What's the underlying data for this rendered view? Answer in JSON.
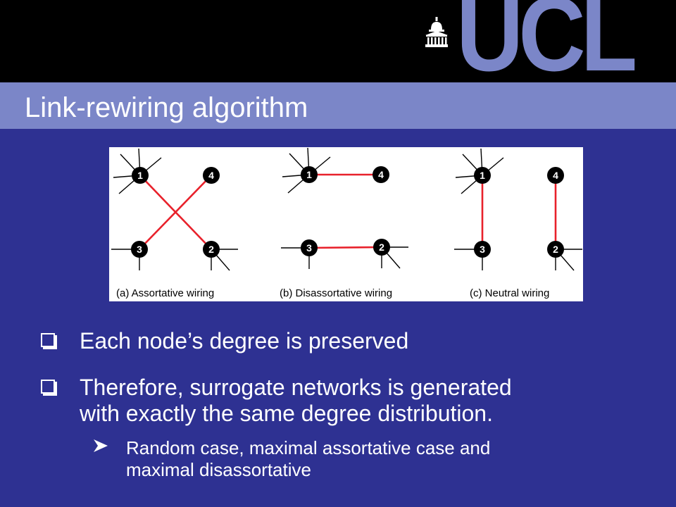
{
  "header": {
    "logo_text": "UCL",
    "logo_icon": "portico-icon",
    "title": "Link-rewiring algorithm"
  },
  "diagram": {
    "panels": [
      {
        "caption": "(a) Assortative wiring",
        "nodes": [
          {
            "id": "1",
            "label": "1"
          },
          {
            "id": "4",
            "label": "4"
          },
          {
            "id": "3",
            "label": "3"
          },
          {
            "id": "2",
            "label": "2"
          }
        ],
        "links": [
          [
            "1",
            "2"
          ],
          [
            "4",
            "3"
          ]
        ]
      },
      {
        "caption": "(b) Disassortative wiring",
        "nodes": [
          {
            "id": "1",
            "label": "1"
          },
          {
            "id": "4",
            "label": "4"
          },
          {
            "id": "3",
            "label": "3"
          },
          {
            "id": "2",
            "label": "2"
          }
        ],
        "links": [
          [
            "1",
            "4"
          ],
          [
            "3",
            "2"
          ]
        ]
      },
      {
        "caption": "(c) Neutral wiring",
        "nodes": [
          {
            "id": "1",
            "label": "1"
          },
          {
            "id": "4",
            "label": "4"
          },
          {
            "id": "3",
            "label": "3"
          },
          {
            "id": "2",
            "label": "2"
          }
        ],
        "links": [
          [
            "1",
            "3"
          ],
          [
            "4",
            "2"
          ]
        ]
      }
    ],
    "node_color": "#000000",
    "link_color": "#e8212b",
    "stub_color": "#000000"
  },
  "bullets": [
    {
      "text": "Each node’s degree is preserved"
    },
    {
      "lines": [
        "Therefore, surrogate networks is generated",
        "with exactly the same degree distribution."
      ]
    }
  ],
  "sub_bullets": [
    {
      "lines": [
        "Random case, maximal assortative case and",
        "maximal disassortative"
      ]
    }
  ],
  "colors": {
    "background": "#2e3192",
    "header_band": "#7b86c8",
    "top_bar": "#000000",
    "text": "#ffffff"
  }
}
